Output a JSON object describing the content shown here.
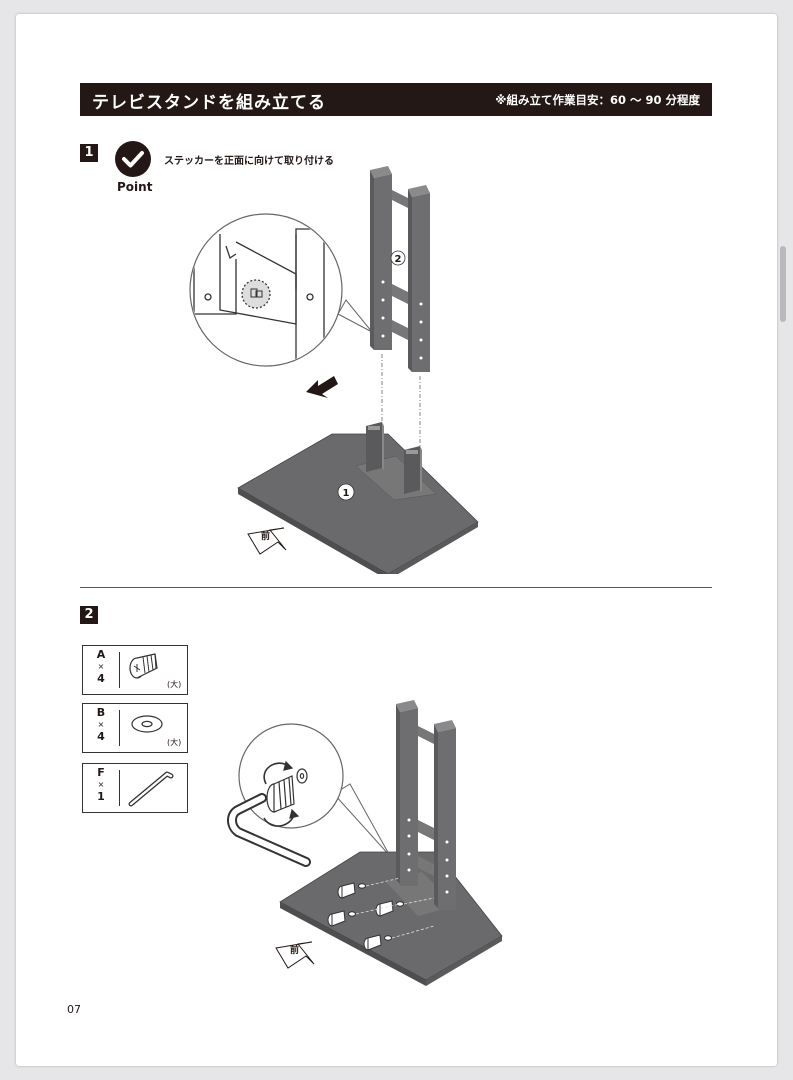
{
  "header": {
    "title": "テレビスタンドを組み立てる",
    "time_estimate": "※組み立て作業目安：60 〜 90 分程度"
  },
  "step1": {
    "number": "1",
    "point_label": "Point",
    "point_text": "ステッカーを正面に向けて取り付ける",
    "label_base": "1",
    "label_pole": "2",
    "front_label": "前"
  },
  "step2": {
    "number": "2",
    "front_label": "前",
    "parts": [
      {
        "letter": "A",
        "times": "×",
        "qty": "4",
        "size": "(大)",
        "icon": "screw-icon"
      },
      {
        "letter": "B",
        "times": "×",
        "qty": "4",
        "size": "(大)",
        "icon": "washer-icon"
      },
      {
        "letter": "F",
        "times": "×",
        "qty": "1",
        "size": "",
        "icon": "hex-wrench-icon"
      }
    ]
  },
  "footer": {
    "page_number": "07"
  },
  "colors": {
    "header_bg": "#231815",
    "metal": "#5a5a5c",
    "base": "#6a6a6c"
  }
}
